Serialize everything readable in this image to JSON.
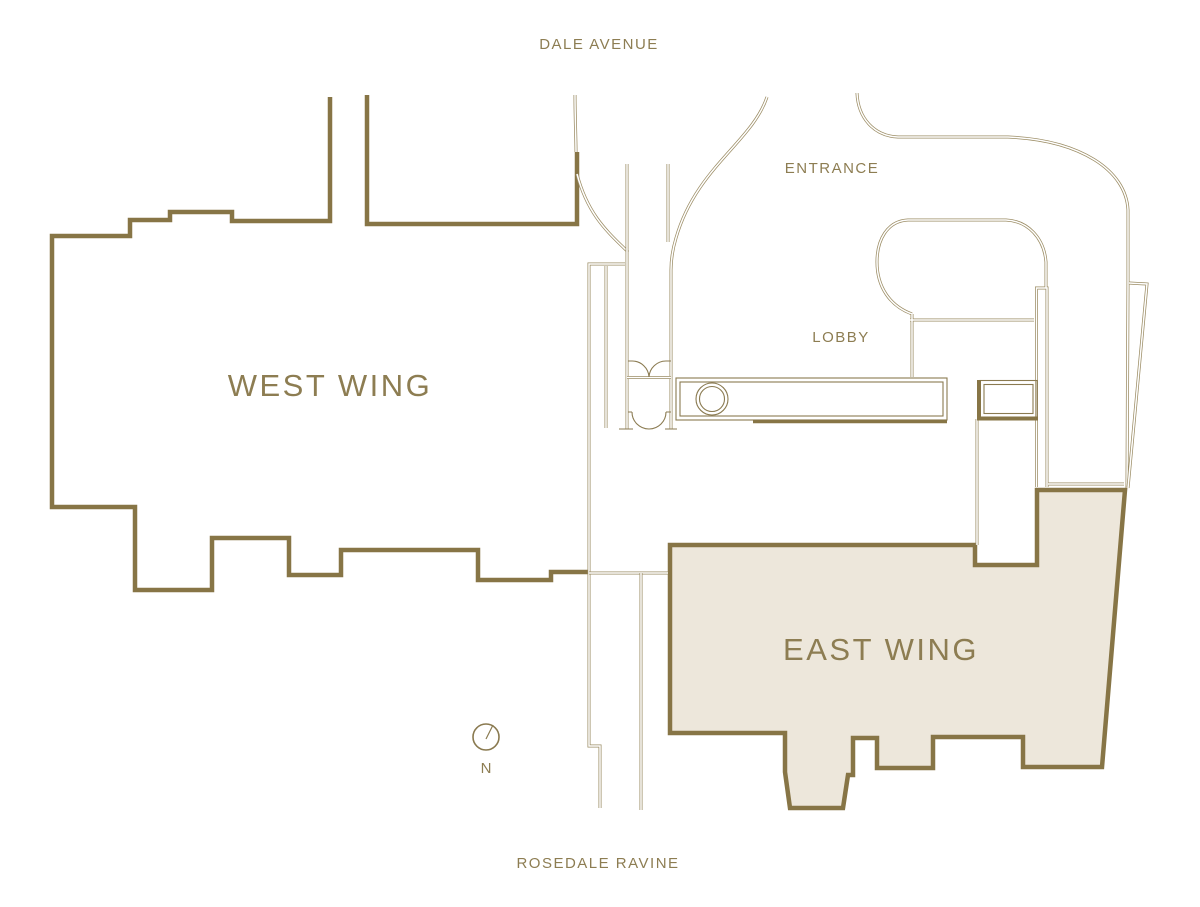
{
  "labels": {
    "street_top": "DALE AVENUE",
    "street_bottom": "ROSEDALE RAVINE",
    "entrance": "ENTRANCE",
    "lobby": "LOBBY",
    "west_wing": "WEST WING",
    "east_wing": "EAST WING",
    "compass_north": "N"
  },
  "selection": {
    "highlighted_wing": "EAST WING"
  },
  "colors": {
    "outline": "#877546",
    "line": "#9b8c64",
    "line_dark": "#8a7a50",
    "text": "#8d7d52",
    "fill": "#EDE7DB",
    "paper": "#ffffff"
  }
}
